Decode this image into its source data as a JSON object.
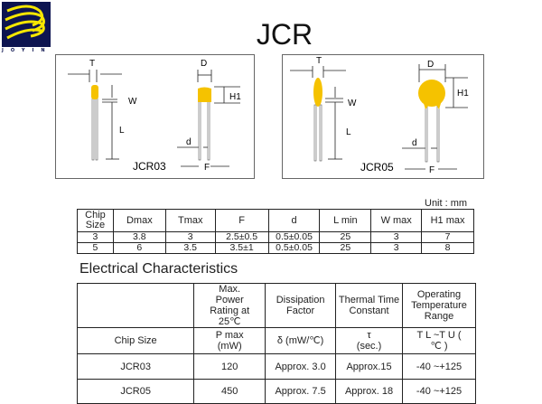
{
  "logo": {
    "text": "JOYIN",
    "colors": {
      "background": "#0d1450",
      "stripes": "#f5e600"
    }
  },
  "title": "JCR",
  "diagrams": [
    {
      "model": "JCR03",
      "labels": {
        "t": "T",
        "w": "W",
        "l": "L",
        "d_big": "D",
        "h1": "H1",
        "d_small": "d",
        "f": "F"
      }
    },
    {
      "model": "JCR05",
      "labels": {
        "t": "T",
        "w": "W",
        "l": "L",
        "d_big": "D",
        "h1": "H1",
        "d_small": "d",
        "f": "F"
      }
    }
  ],
  "body_color": "#f5c200",
  "dimensions": {
    "unit": "Unit : mm",
    "headers": [
      "Chip Size",
      "Dmax",
      "Tmax",
      "F",
      "d",
      "L min",
      "W max",
      "H1 max"
    ],
    "rows": [
      [
        "3",
        "3.8",
        "3",
        "2.5±0.5",
        "0.5±0.05",
        "25",
        "3",
        "7"
      ],
      [
        "5",
        "6",
        "3.5",
        "3.5±1",
        "0.5±0.05",
        "25",
        "3",
        "8"
      ]
    ]
  },
  "electrical": {
    "title": "Electrical Characteristics",
    "headers": [
      "",
      "Max. Power Rating at 25℃",
      "Dissipation Factor",
      "Thermal Time Constant",
      "Operating Temperature Range"
    ],
    "subheaders": [
      "Chip Size",
      "P max (mW)",
      "δ (mW/℃)",
      "τ (sec.)",
      "T L ~T U ( ℃ )"
    ],
    "rows": [
      [
        "JCR03",
        "120",
        "Approx. 3.0",
        "Approx.15",
        "-40 ~+125"
      ],
      [
        "JCR05",
        "450",
        "Approx. 7.5",
        "Approx. 18",
        "-40 ~+125"
      ]
    ]
  }
}
